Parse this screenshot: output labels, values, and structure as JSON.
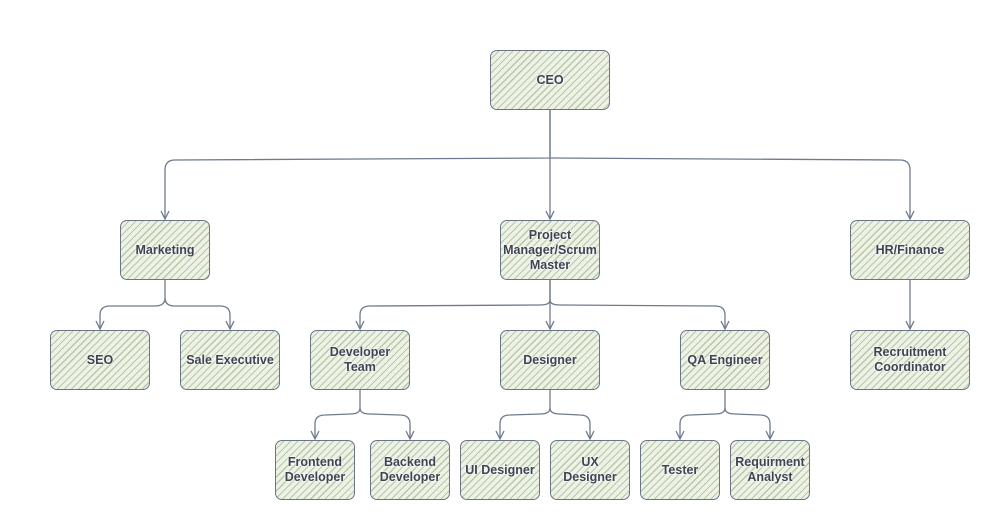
{
  "diagram": {
    "nodes": {
      "ceo": "CEO",
      "marketing": "Marketing",
      "pm": "Project\nManager/Scrum\nMaster",
      "hr": "HR/Finance",
      "seo": "SEO",
      "sale": "Sale Executive",
      "dev_team": "Developer\nTeam",
      "designer": "Designer",
      "qa": "QA Engineer",
      "recruit": "Recruitment\nCoordinator",
      "frontend": "Frontend\nDeveloper",
      "backend": "Backend\nDeveloper",
      "ui": "UI Designer",
      "ux": "UX Designer",
      "tester": "Tester",
      "analyst": "Requirment\nAnalyst"
    },
    "colors": {
      "fill": "#edf2e6",
      "hatch": "#b9c7a7",
      "stroke": "#6a7585",
      "text": "#3d4452"
    }
  }
}
